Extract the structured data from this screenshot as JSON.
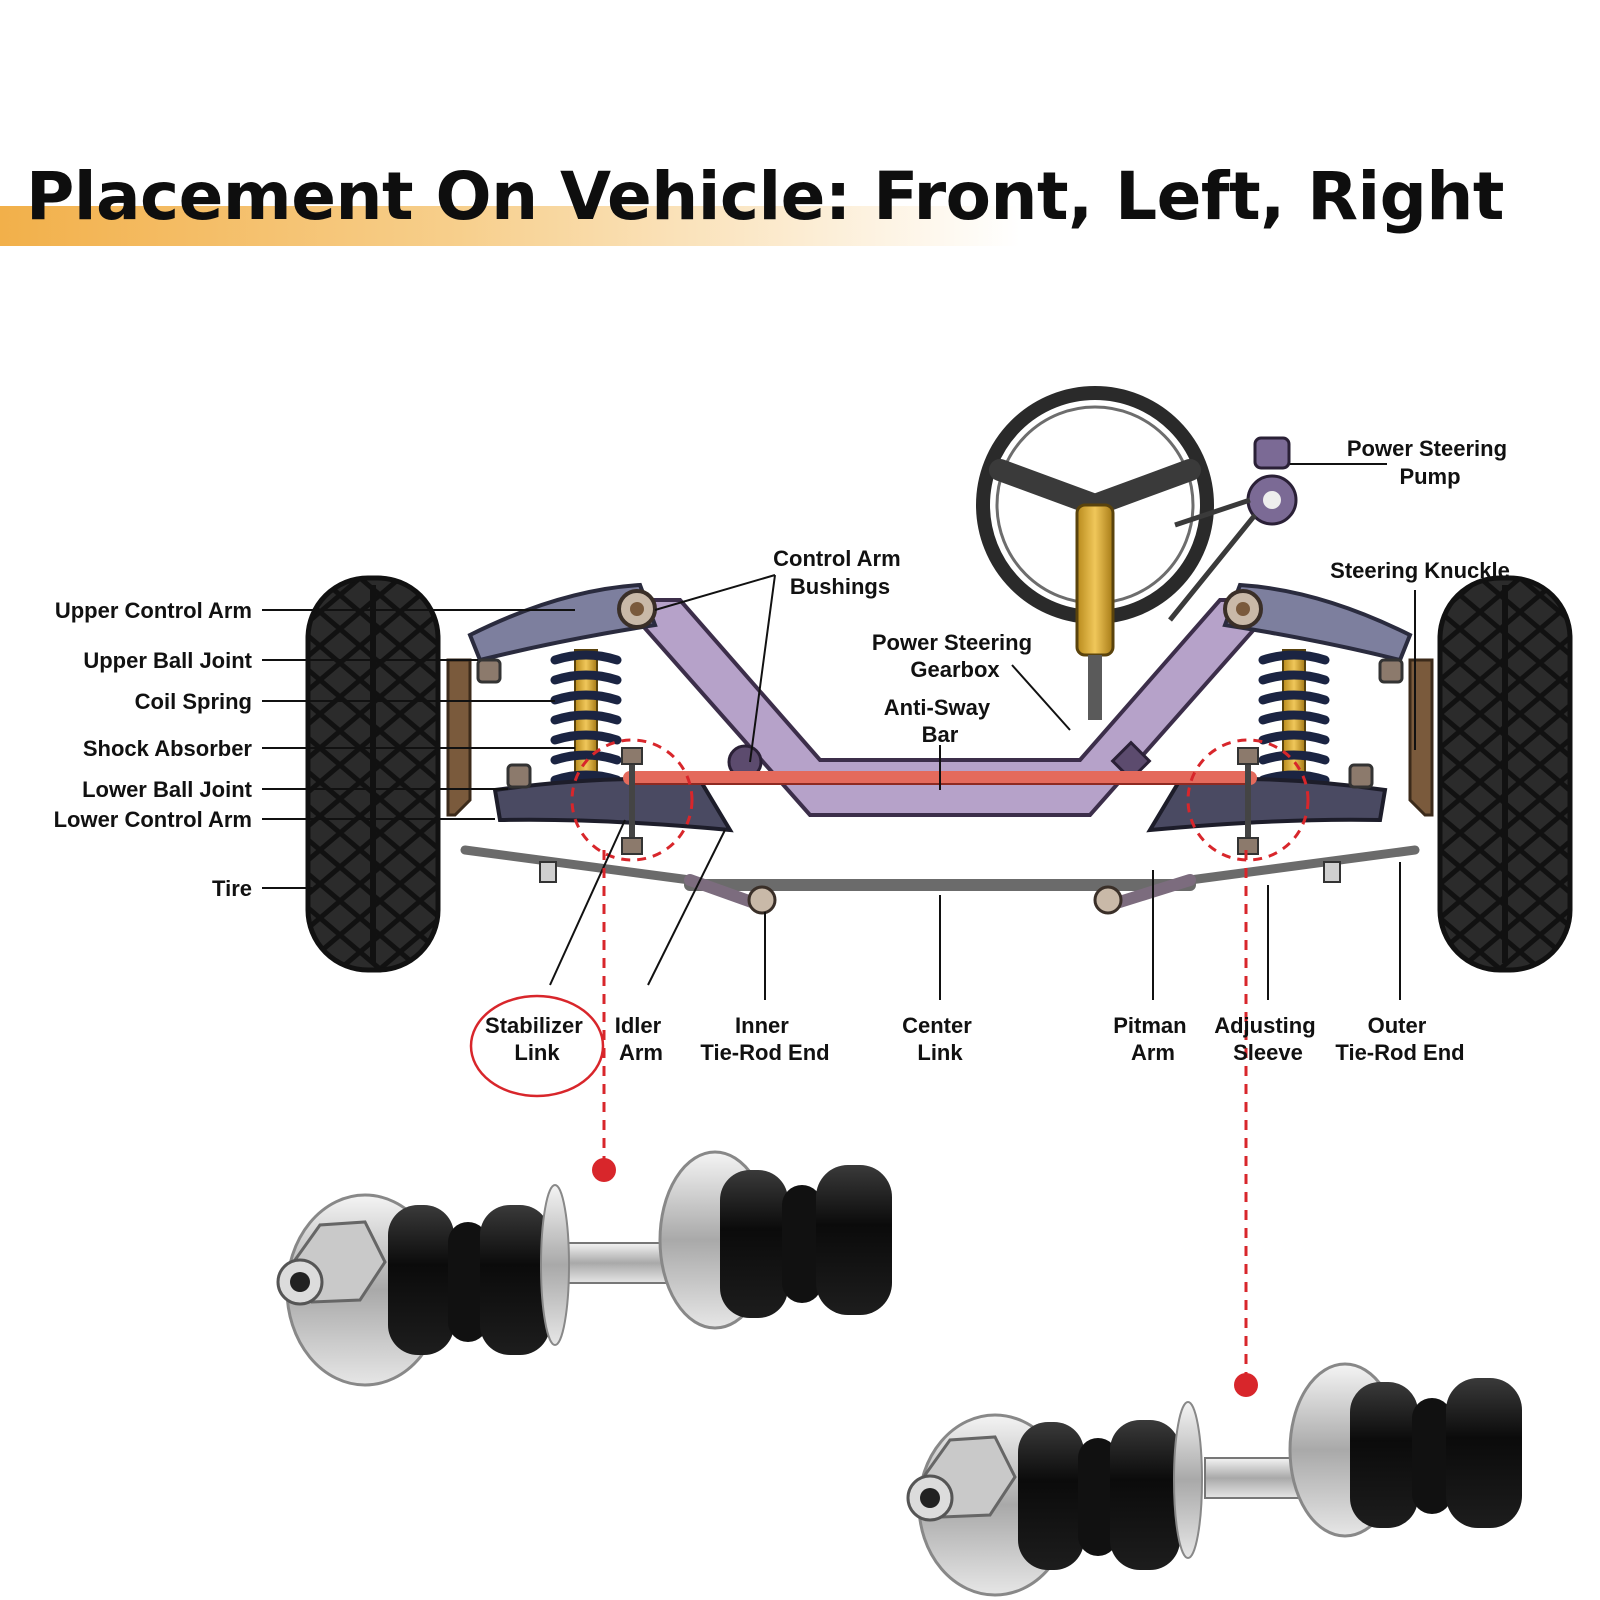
{
  "title": "Placement On Vehicle: Front, Left, Right",
  "colors": {
    "accent_orange": "#f2b04a",
    "highlight_red": "#d8262b",
    "frame_purple": "#b6a2c9",
    "text": "#111111"
  },
  "labels": {
    "upper_control_arm": "Upper Control Arm",
    "upper_ball_joint": "Upper Ball Joint",
    "coil_spring": "Coil Spring",
    "shock_absorber": "Shock Absorber",
    "lower_ball_joint": "Lower Ball Joint",
    "lower_control_arm": "Lower Control Arm",
    "tire": "Tire",
    "control_arm_bushings": [
      "Control Arm",
      "Bushings"
    ],
    "power_steering_gearbox": [
      "Power Steering",
      "Gearbox"
    ],
    "anti_sway_bar": [
      "Anti-Sway",
      "Bar"
    ],
    "power_steering_pump": [
      "Power Steering",
      "Pump"
    ],
    "steering_knuckle": "Steering Knuckle",
    "stabilizer_link": [
      "Stabilizer",
      "Link"
    ],
    "idler_arm": [
      "Idler",
      "Arm"
    ],
    "inner_tie_rod_end": [
      "Inner",
      "Tie-Rod End"
    ],
    "center_link": [
      "Center",
      "Link"
    ],
    "pitman_arm": [
      "Pitman",
      "Arm"
    ],
    "adjusting_sleeve": [
      "Adjusting",
      "Sleeve"
    ],
    "outer_tie_rod_end": [
      "Outer",
      "Tie-Rod End"
    ]
  }
}
